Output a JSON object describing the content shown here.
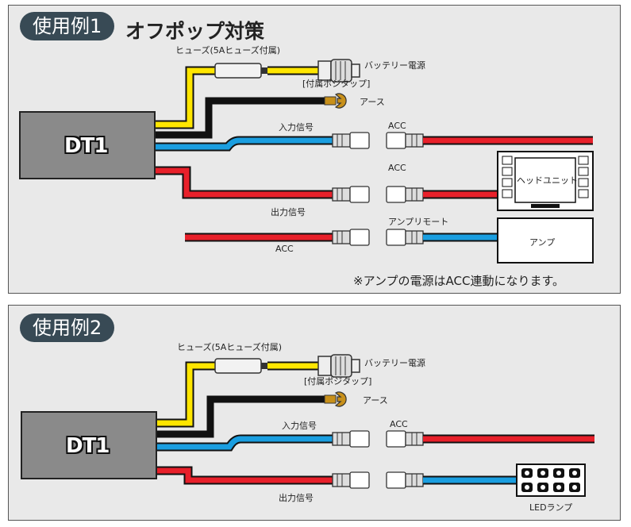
{
  "example1": {
    "pill": "使用例1",
    "subtitle": "オフポップ対策",
    "device": "DT1",
    "fuse_label": "ヒューズ(5Aヒューズ付属)",
    "battery_label": "バッテリー電源",
    "tap_label": "[付属ポジタップ]",
    "earth_label": "アース",
    "input_label": "入力信号",
    "output_label": "出力信号",
    "acc_top_label": "ACC",
    "acc_mid_label": "ACC",
    "acc_bottom_label": "ACC",
    "amp_remote_label": "アンプリモート",
    "head_unit_label": "ヘッドユニット",
    "amp_label": "アンプ",
    "note": "※アンプの電源はACC連動になります。"
  },
  "example2": {
    "pill": "使用例2",
    "device": "DT1",
    "fuse_label": "ヒューズ(5Aヒューズ付属)",
    "battery_label": "バッテリー電源",
    "tap_label": "[付属ポジタップ]",
    "earth_label": "アース",
    "input_label": "入力信号",
    "output_label": "出力信号",
    "acc_label": "ACC",
    "led_label": "LEDランプ"
  },
  "colors": {
    "yellow": "#ffe600",
    "black": "#1a1a1a",
    "blue": "#1a9ee0",
    "red": "#e8202a",
    "device": "#8a8a8a",
    "pill": "#384a55",
    "panel": "#e9e9e9"
  }
}
